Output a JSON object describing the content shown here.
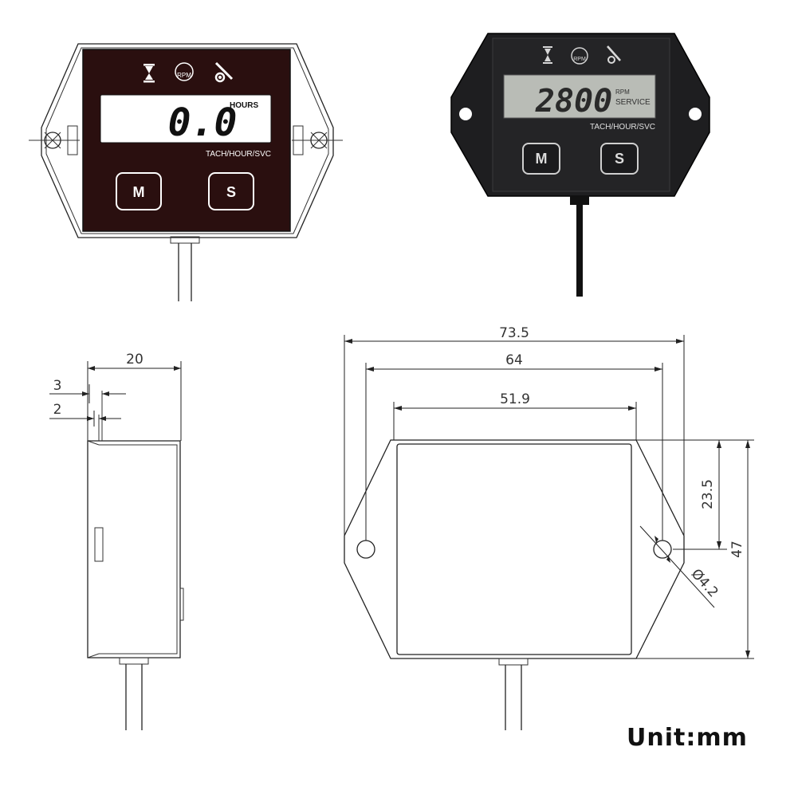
{
  "device_front_drawing": {
    "display_value": "0.0",
    "display_unit": "HOURS",
    "mode_label": "TACH/HOUR/SVC",
    "rpm_icon_text": "RPM",
    "button_m": "M",
    "button_s": "S"
  },
  "device_photo": {
    "display_value": "2800",
    "display_unit_top": "RPM",
    "display_unit_bottom": "SERVICE",
    "mode_label": "TACH/HOUR/SVC",
    "rpm_icon_text": "RPM",
    "button_m": "M",
    "button_s": "S"
  },
  "side_view_dimensions": {
    "depth": "20",
    "flange_offset": "3",
    "flange_thickness": "2"
  },
  "front_view_dimensions": {
    "overall_width": "73.5",
    "hole_spacing": "64",
    "body_width": "51.9",
    "hole_height": "23.5",
    "overall_height": "47",
    "hole_diameter": "Ø4.2"
  },
  "unit_label": "Unit:mm",
  "colors": {
    "line": "#222222",
    "device_black": "#1c1c1c",
    "face_dark_red": "#2a0f0f",
    "lcd_white": "#ffffff",
    "photo_lcd": "#b9bcb6",
    "photo_body": "#1e1e20"
  }
}
